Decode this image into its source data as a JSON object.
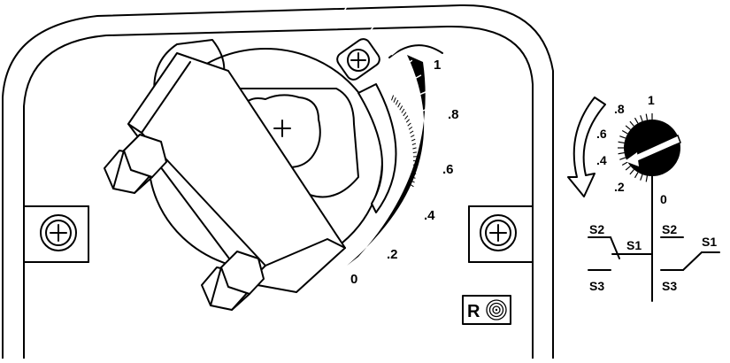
{
  "scale": {
    "labels": [
      "0",
      ".2",
      ".4",
      ".6",
      ".8",
      "1"
    ]
  },
  "dial": {
    "labels": [
      "1",
      ".8",
      ".6",
      ".4",
      ".2",
      "0"
    ]
  },
  "switches": {
    "left": {
      "top": "S2",
      "right": "S1",
      "bottom": "S3"
    },
    "right": {
      "top": "S2",
      "right": "S1",
      "bottom": "S3"
    }
  },
  "badge": {
    "letter": "R"
  },
  "colors": {
    "ink": "#000000",
    "paper": "#ffffff"
  }
}
